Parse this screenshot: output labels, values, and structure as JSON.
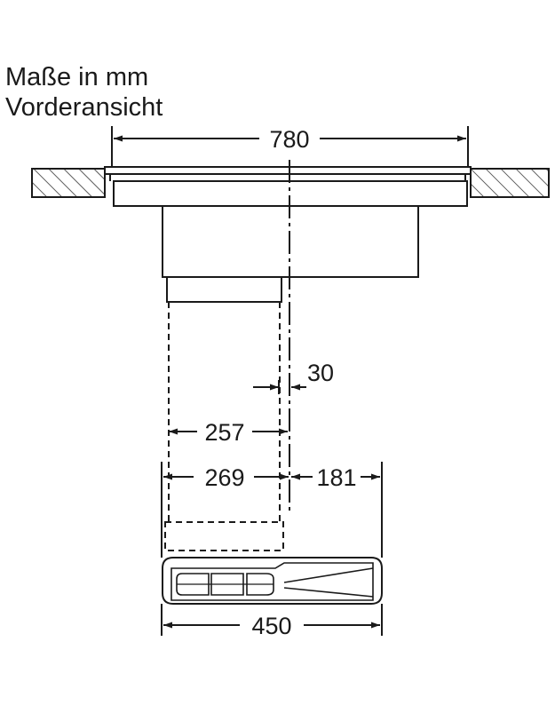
{
  "title": {
    "line1": "Maße in mm",
    "line2": "Vorderansicht"
  },
  "dimensions": {
    "width_total": "780",
    "offset": "30",
    "inner_width": "257",
    "outer_width": "269",
    "side_offset": "181",
    "base_width": "450"
  }
}
